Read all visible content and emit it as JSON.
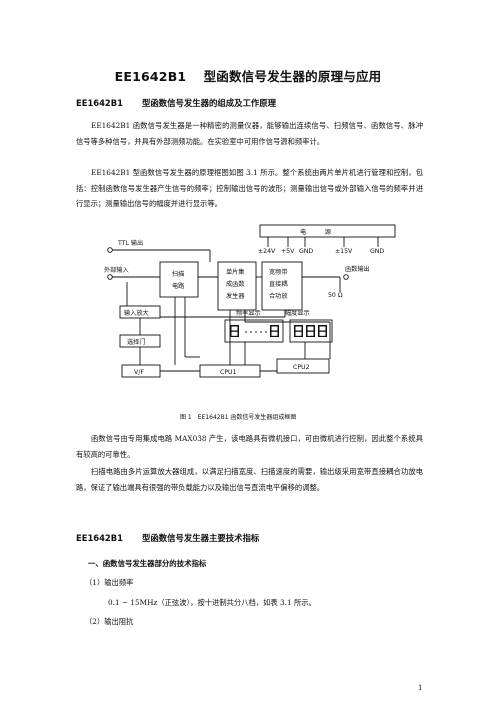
{
  "doc": {
    "title": "EE1642B1　 型函数信号发生器的原理与应用",
    "section1": {
      "code": "EE1642B1",
      "title": "型函数信号发生器的组成及工作原理"
    },
    "para1": "EE1642B1 函数信号发生器是一种精密的测量仪器，能够输出连续信号、扫频信号、函数信号、脉冲信号等多种信号，并具有外部测频功能。在实验室中可用作信号源和频率计。",
    "para2": "EE1642B1 型函数信号发生器的原理框图如图 3.1 所示。整个系统由两片单片机进行管理和控制，包括：控制函数信号发生器产生信号的频率；控制输出信号的波形；测量输出信号或外部输入信号的频率并进行显示；测量输出信号的幅度并进行显示等。",
    "figure": {
      "caption": "图 1　EE1642B1 函数信号发生器组成框图",
      "power": "电　　　源",
      "power_terminals": [
        "±24V",
        "+5V",
        "GND",
        "±15V",
        "GND"
      ],
      "ttl_out": "TTL 输出",
      "ext_in": "外部输入",
      "sweep": [
        "扫描",
        "电路"
      ],
      "chip": [
        "单片集",
        "成函数",
        "发生器"
      ],
      "amp": [
        "宽频带",
        "直接耦",
        "合功放"
      ],
      "func_out": "函数输出",
      "ohm": "50 Ω",
      "input_amp": "输入放大",
      "selector": "选择门",
      "vf": "V/F",
      "cpu1": "CPU1",
      "cpu2": "CPU2",
      "freq_disp": "频率显示",
      "amp_disp": "幅度显示"
    },
    "para3": "函数信号由专用集成电路 MAX038 产生，该电路具有微机接口，可由微机进行控制，因此整个系统具有较高的可靠性。",
    "para4": "扫描电路由多片运算放大器组成，以满足扫描宽度、扫描速度的需要，输出级采用宽带直接耦合功放电路，保证了输出端具有很强的带负载能力以及输出信号直流电平偏移的调整。",
    "section2": {
      "code": "EE1642B1",
      "title": "型函数信号发生器主要技术指标"
    },
    "sub1": "一、函数信号发生器部分的技术指标",
    "item1": "（1）输出频率",
    "item1_detail": "0.1 ~ 15MHz（正弦波），按十进制共分八档，如表 3.1 所示。",
    "item2": "（2）输出阻抗",
    "page_number": "1"
  }
}
